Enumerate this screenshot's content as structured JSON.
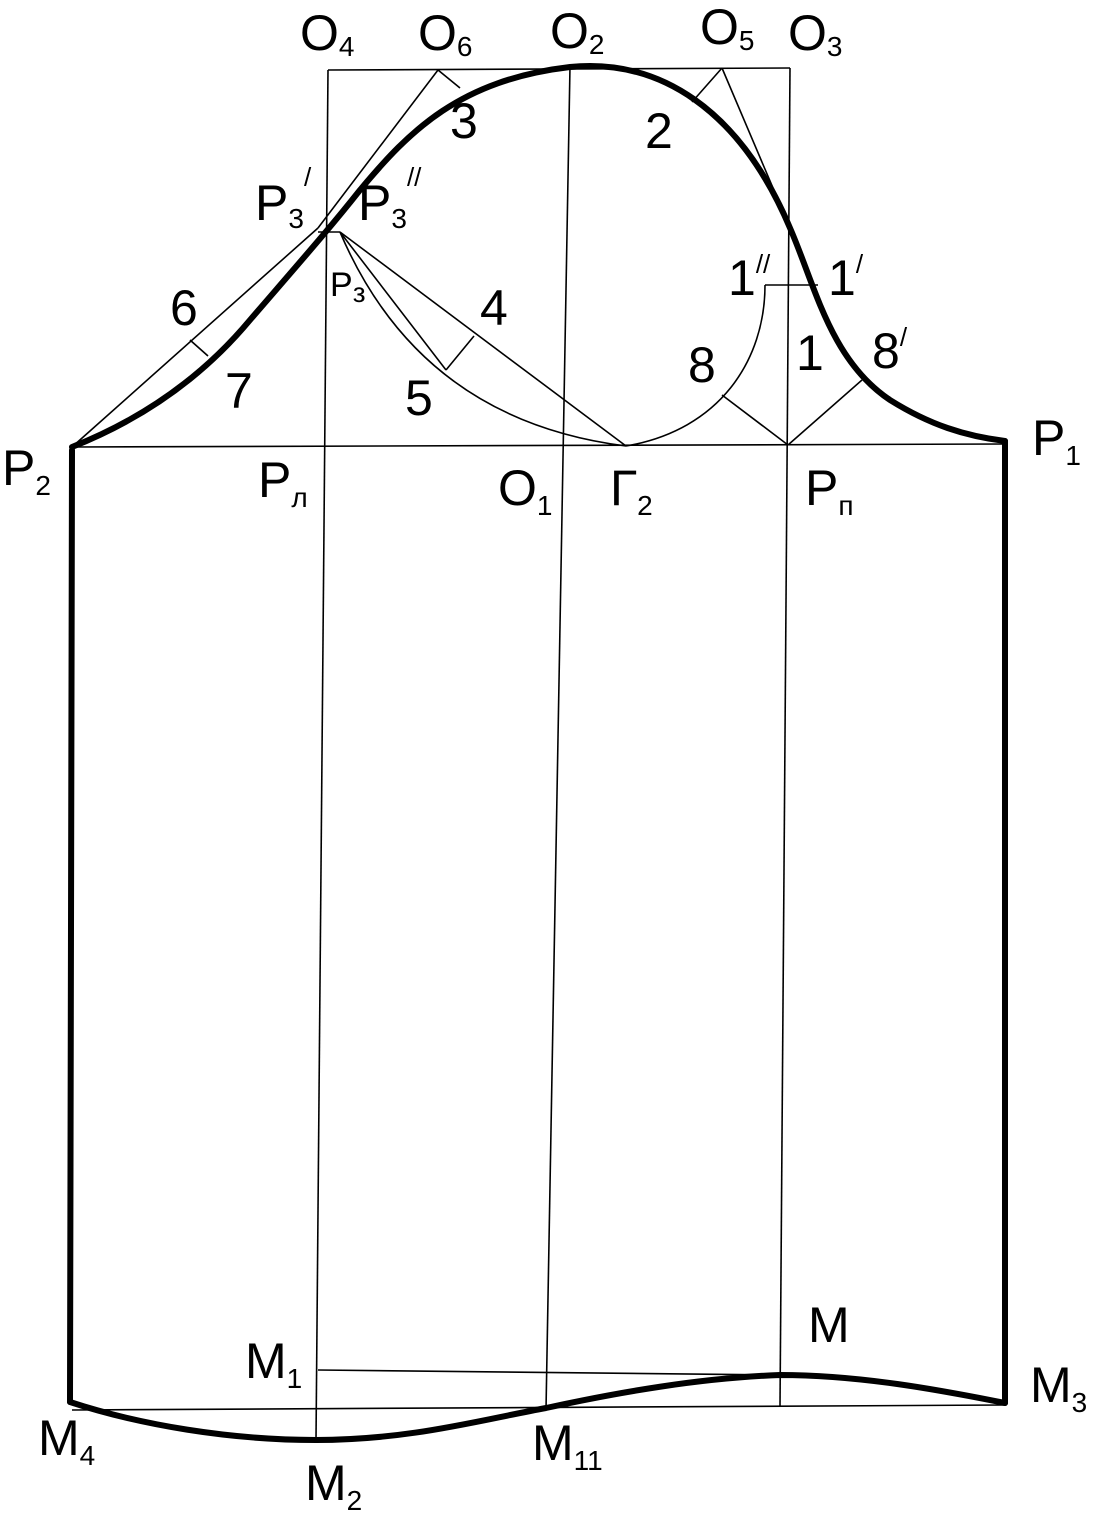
{
  "diagram": {
    "labels": {
      "O4": {
        "base": "O",
        "sub": "4"
      },
      "O6": {
        "base": "O",
        "sub": "6"
      },
      "O2": {
        "base": "O",
        "sub": "2"
      },
      "O5": {
        "base": "O",
        "sub": "5"
      },
      "O3": {
        "base": "O",
        "sub": "3"
      },
      "P3prime": {
        "base": "P",
        "sub": "3",
        "mark": "/"
      },
      "P3dprime": {
        "base": "P",
        "sub": "3",
        "mark": "//"
      },
      "P3": {
        "base": "P",
        "sub": "з"
      },
      "n3": "3",
      "n2": "2",
      "n6": "6",
      "n7": "7",
      "n4": "4",
      "n5": "5",
      "n1dprime": {
        "base": "1",
        "mark": "//"
      },
      "n1prime": {
        "base": "1",
        "mark": "/"
      },
      "n8": "8",
      "n1": "1",
      "n8prime": {
        "base": "8",
        "mark": "/"
      },
      "P2": {
        "base": "P",
        "sub": "2"
      },
      "P1": {
        "base": "P",
        "sub": "1"
      },
      "PL": {
        "base": "P",
        "sub": "л"
      },
      "O1": {
        "base": "O",
        "sub": "1"
      },
      "G2": {
        "base": "Г",
        "sub": "2"
      },
      "PP": {
        "base": "P",
        "sub": "п"
      },
      "M": {
        "base": "M"
      },
      "M1": {
        "base": "M",
        "sub": "1"
      },
      "M3": {
        "base": "M",
        "sub": "3"
      },
      "M4": {
        "base": "M",
        "sub": "4"
      },
      "M11": {
        "base": "M",
        "sub": "11"
      },
      "M2": {
        "base": "M",
        "sub": "2"
      }
    }
  }
}
